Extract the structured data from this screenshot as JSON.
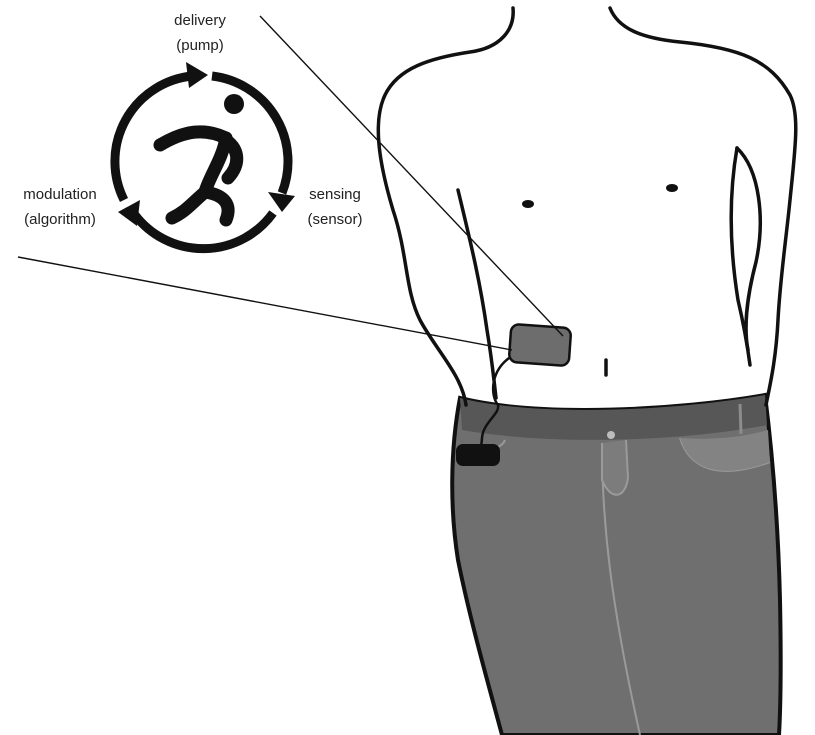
{
  "labels": {
    "delivery": "delivery",
    "delivery_sub": "(pump)",
    "sensing": "sensing",
    "sensing_sub": "(sensor)",
    "modulation": "modulation",
    "modulation_sub": "(algorithm)"
  },
  "colors": {
    "outline": "#111111",
    "jeans": "#6f6f6f",
    "jeans_light": "#8a8a8a",
    "belt": "#575757",
    "pump": "#6d6d6d",
    "controller": "#111111",
    "background": "#ffffff"
  },
  "icons": {
    "cycle": "circular-arrows-icon",
    "person": "running-person-icon"
  }
}
